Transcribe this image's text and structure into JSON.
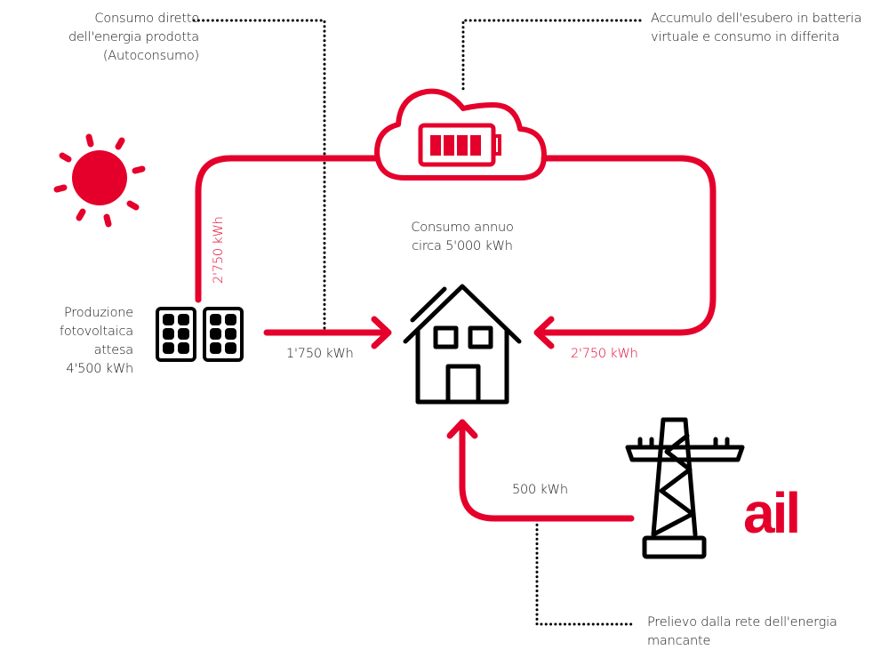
{
  "colors": {
    "accent": "#e4002b",
    "icon_stroke": "#000000",
    "text": "#1a1a1a",
    "background": "#ffffff"
  },
  "callouts": {
    "self_consumption": [
      "Consumo diretto",
      "dell'energia prodotta",
      "(Autoconsumo)"
    ],
    "virtual_battery": [
      "Accumulo dell'esubero in batteria",
      "virtuale e consumo in differita"
    ],
    "grid_withdrawal": [
      "Prelievo dalla rete dell'energia",
      "mancante"
    ]
  },
  "production": {
    "lines": [
      "Produzione",
      "fotovoltaica attesa",
      "4'500 kWh"
    ]
  },
  "consumption": {
    "lines": [
      "Consumo annuo",
      "circa 5'000 kWh"
    ]
  },
  "flows": {
    "to_cloud": "2'750 kWh",
    "direct": "1'750 kWh",
    "from_cloud": "2'750 kWh",
    "from_grid": "500 kWh"
  },
  "icons": {
    "sun": "sun-icon",
    "solar_panels": "solar-panel-icon",
    "cloud": "cloud-icon",
    "battery": "battery-full-icon",
    "house": "house-icon",
    "pylon": "power-pylon-icon"
  },
  "brand": {
    "logo_text": "ail"
  }
}
